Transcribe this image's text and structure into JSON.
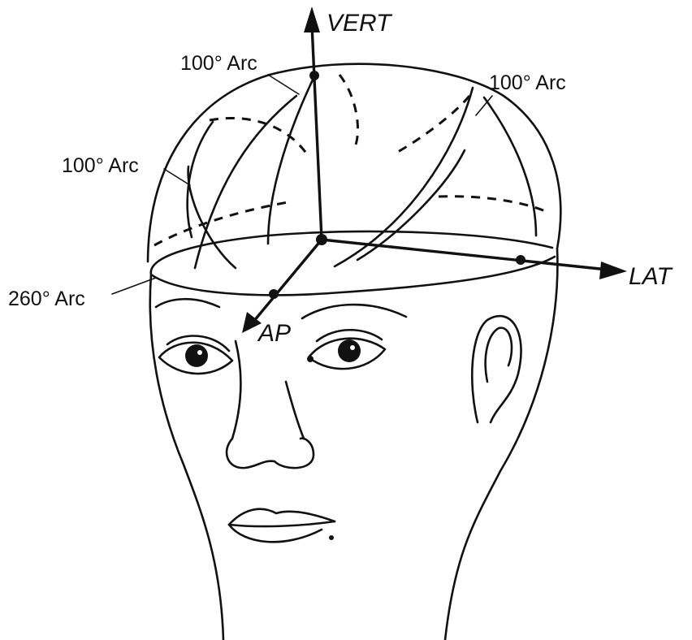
{
  "axes": {
    "vertical": "VERT",
    "lateral": "LAT",
    "anteroposterior": "AP"
  },
  "arc_labels": {
    "top_left": "100° Arc",
    "top_right": "100° Arc",
    "left": "100° Arc",
    "bottom": "260° Arc"
  }
}
